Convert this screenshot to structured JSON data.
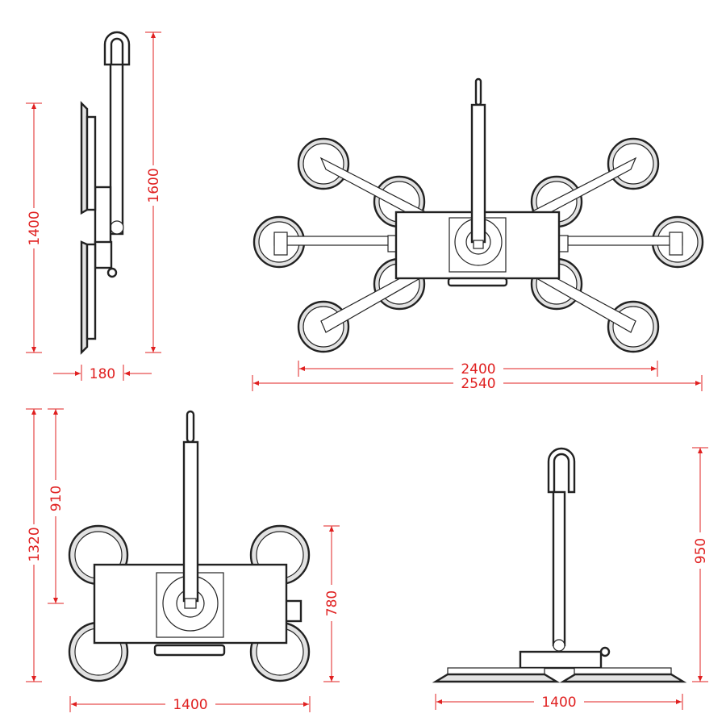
{
  "dimensions": {
    "side_view": {
      "overall_height": "1600",
      "pad_height": "1400",
      "depth": "180"
    },
    "top_view": {
      "cup_span": "2400",
      "overall_width": "2540"
    },
    "front_view": {
      "overall_height": "1320",
      "pole_height": "910",
      "body_height": "780",
      "width": "1400"
    },
    "end_view": {
      "height": "950",
      "width": "1400"
    }
  },
  "colors": {
    "dimension": "#e02020",
    "outline": "#222222",
    "pad_fill": "#e2e2e2"
  }
}
